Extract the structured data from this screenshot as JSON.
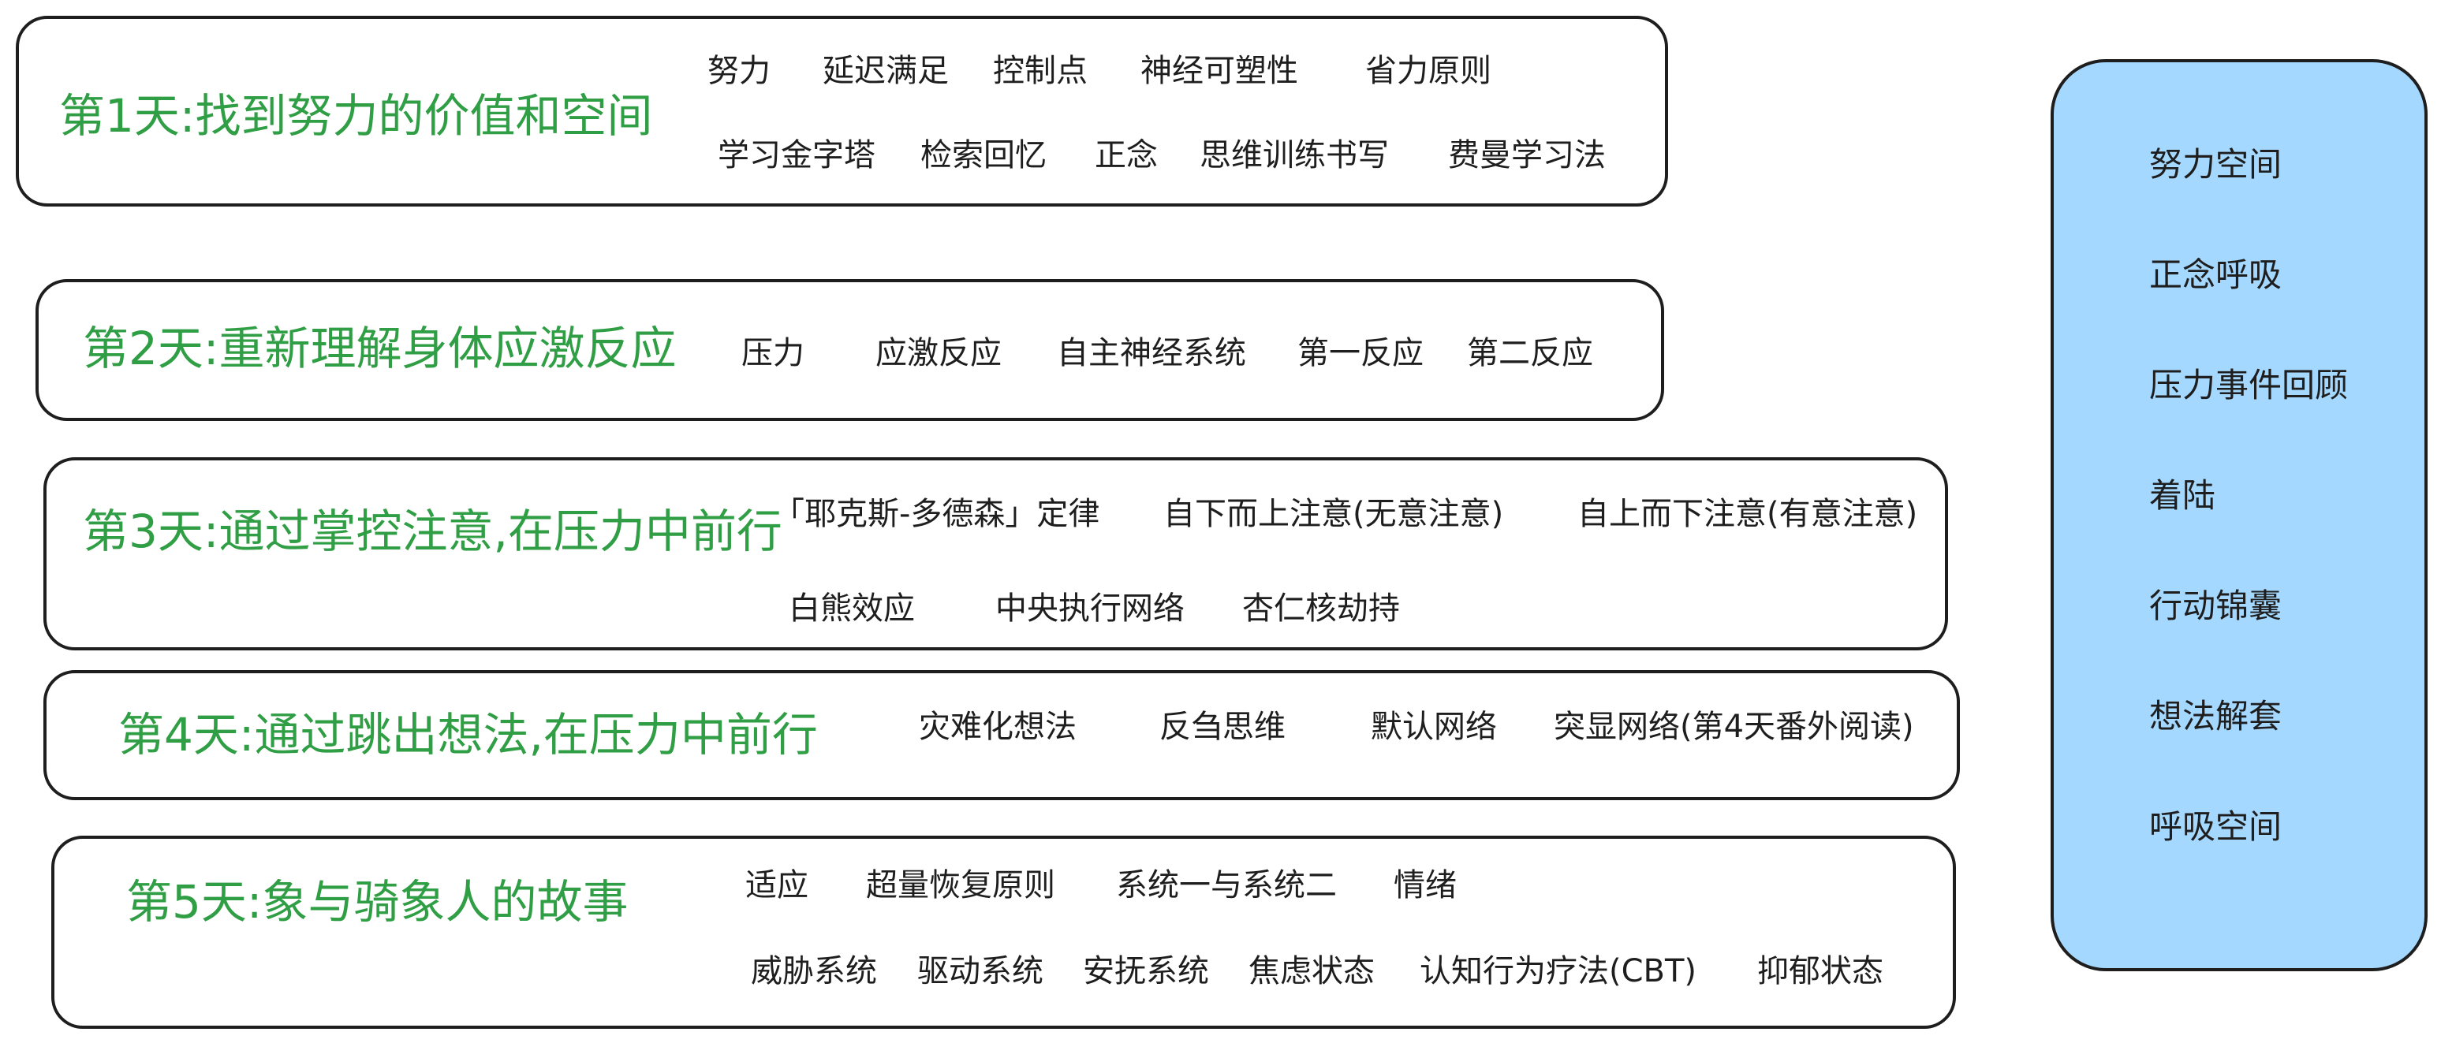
{
  "days": [
    {
      "title": "第1天:找到努力的价值和空间",
      "keywords": [
        "努力",
        "延迟满足",
        "控制点",
        "神经可塑性",
        "省力原则",
        "学习金字塔",
        "检索回忆",
        "正念",
        "思维训练书写",
        "费曼学习法"
      ]
    },
    {
      "title": "第2天:重新理解身体应激反应",
      "keywords": [
        "压力",
        "应激反应",
        "自主神经系统",
        "第一反应",
        "第二反应"
      ]
    },
    {
      "title": "第3天:通过掌控注意,在压力中前行",
      "keywords": [
        "「耶克斯-多德森」定律",
        "自下而上注意(无意注意)",
        "自上而下注意(有意注意)",
        "白熊效应",
        "中央执行网络",
        "杏仁核劫持"
      ]
    },
    {
      "title": "第4天:通过跳出想法,在压力中前行",
      "keywords": [
        "灾难化想法",
        "反刍思维",
        "默认网络",
        "突显网络(第4天番外阅读)"
      ]
    },
    {
      "title": "第5天:象与骑象人的故事",
      "keywords": [
        "适应",
        "超量恢复原则",
        "系统一与系统二",
        "情绪",
        "威胁系统",
        "驱动系统",
        "安抚系统",
        "焦虑状态",
        "认知行为疗法(CBT)",
        "抑郁状态"
      ]
    }
  ],
  "side_list": [
    "努力空间",
    "正念呼吸",
    "压力事件回顾",
    "着陆",
    "行动锦囊",
    "想法解套",
    "呼吸空间"
  ],
  "colors": {
    "title_green": "#2f9e44",
    "panel_blue": "#a5d8ff",
    "stroke": "#1e1e1e"
  }
}
